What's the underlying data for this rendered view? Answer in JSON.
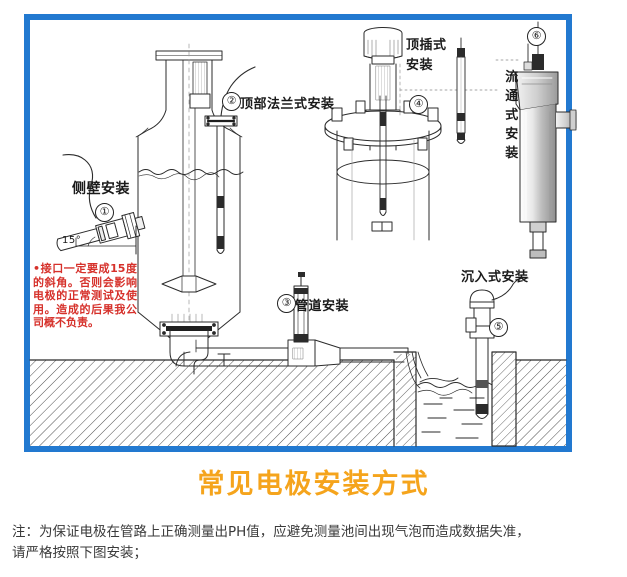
{
  "frame": {
    "border_color": "#2279d0"
  },
  "caption": {
    "text": "常见电极安装方式",
    "color": "#f5a41c"
  },
  "note": {
    "line1": "注：为保证电极在管路上正确测量出PH值，应避免测量池间出现气泡而造成数据失准，",
    "line2": "请严格按照下图安装；",
    "color": "#3a3a3a"
  },
  "warning": {
    "text": "接口一定要成15度的斜角。否则会影响电极的正常测试及使用。造成的后果我公司概不负责。",
    "bullet": "•",
    "color": "#d6312b"
  },
  "angle_label": {
    "text": "15°"
  },
  "callouts": [
    {
      "number": "①",
      "label": "侧壁安装"
    },
    {
      "number": "②",
      "label": "顶部法兰式安装"
    },
    {
      "number": "③",
      "label": "管道安装"
    },
    {
      "number": "④",
      "label_line1": "顶插式",
      "label_line2": "安装"
    },
    {
      "number": "⑤",
      "label": "沉入式安装"
    },
    {
      "number": "⑥",
      "label": "流通式安装"
    }
  ],
  "diagram": {
    "type": "technical-line-drawing",
    "description": "pH电极六种安装方式示意图",
    "line_color": "#2b2b2b",
    "hatch_color": "#3a3a3a"
  }
}
